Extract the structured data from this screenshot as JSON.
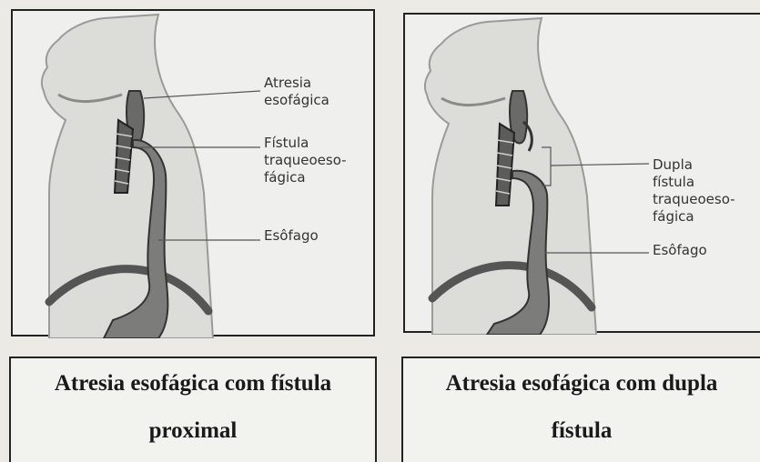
{
  "left": {
    "labels": {
      "atresia": "Atresia\nesofágica",
      "fistula": "Fístula\ntraqueoeso-\nfágica",
      "esofago": "Esôfago"
    },
    "caption_line1": "Atresia esofágica com fístula",
    "caption_line2": "proximal"
  },
  "right": {
    "labels": {
      "dupla": "Dupla\nfístula\ntraqueoeso-\nfágica",
      "esofago": "Esôfago"
    },
    "caption_line1": "Atresia esofágica com dupla",
    "caption_line2": "fístula"
  }
}
